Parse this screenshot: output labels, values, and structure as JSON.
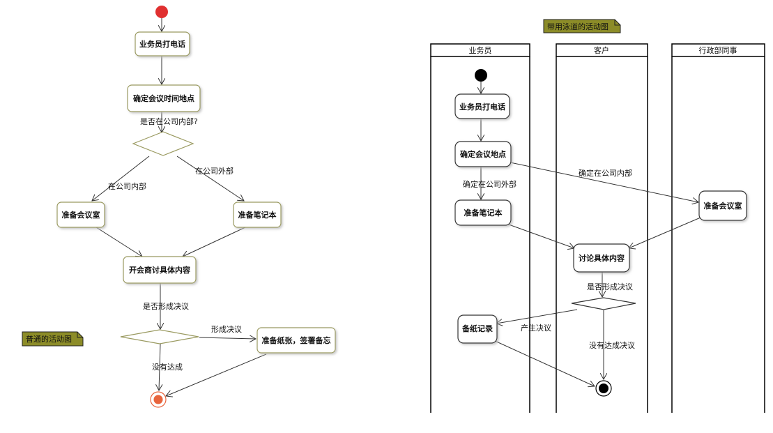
{
  "left_diagram": {
    "note": "普通的活动图",
    "nodes": {
      "call": "业务员打电话",
      "confirm_time_place": "确定会议时间地点",
      "prepare_room": "准备会议室",
      "prepare_notebook": "准备笔记本",
      "meeting": "开会商讨具体内容",
      "prepare_paper": "准备纸张，签署备忘"
    },
    "labels": {
      "inside_question": "是否在公司内部?",
      "inside": "在公司内部",
      "outside": "在公司外部",
      "decision_question": "是否形成决议",
      "decided": "形成决议",
      "not_reached": "没有达成"
    }
  },
  "right_diagram": {
    "note": "带用泳道的活动图",
    "lanes": [
      "业务员",
      "客户",
      "行政部同事"
    ],
    "nodes": {
      "call": "业务员打电话",
      "confirm_place": "确定会议地点",
      "prepare_notebook": "准备笔记本",
      "prepare_room": "准备会议室",
      "discuss": "讨论具体内容",
      "record": "备纸记录"
    },
    "labels": {
      "outside": "确定在公司外部",
      "inside": "确定在公司内部",
      "decision_question": "是否形成决议",
      "produced": "产生决议",
      "not_reached": "没有达成决议"
    }
  },
  "colors": {
    "node_border": "#9a9a60",
    "note_fill": "#8c8c28",
    "start_red": "#e03030",
    "end_orange": "#e8643c",
    "black": "#000000"
  }
}
